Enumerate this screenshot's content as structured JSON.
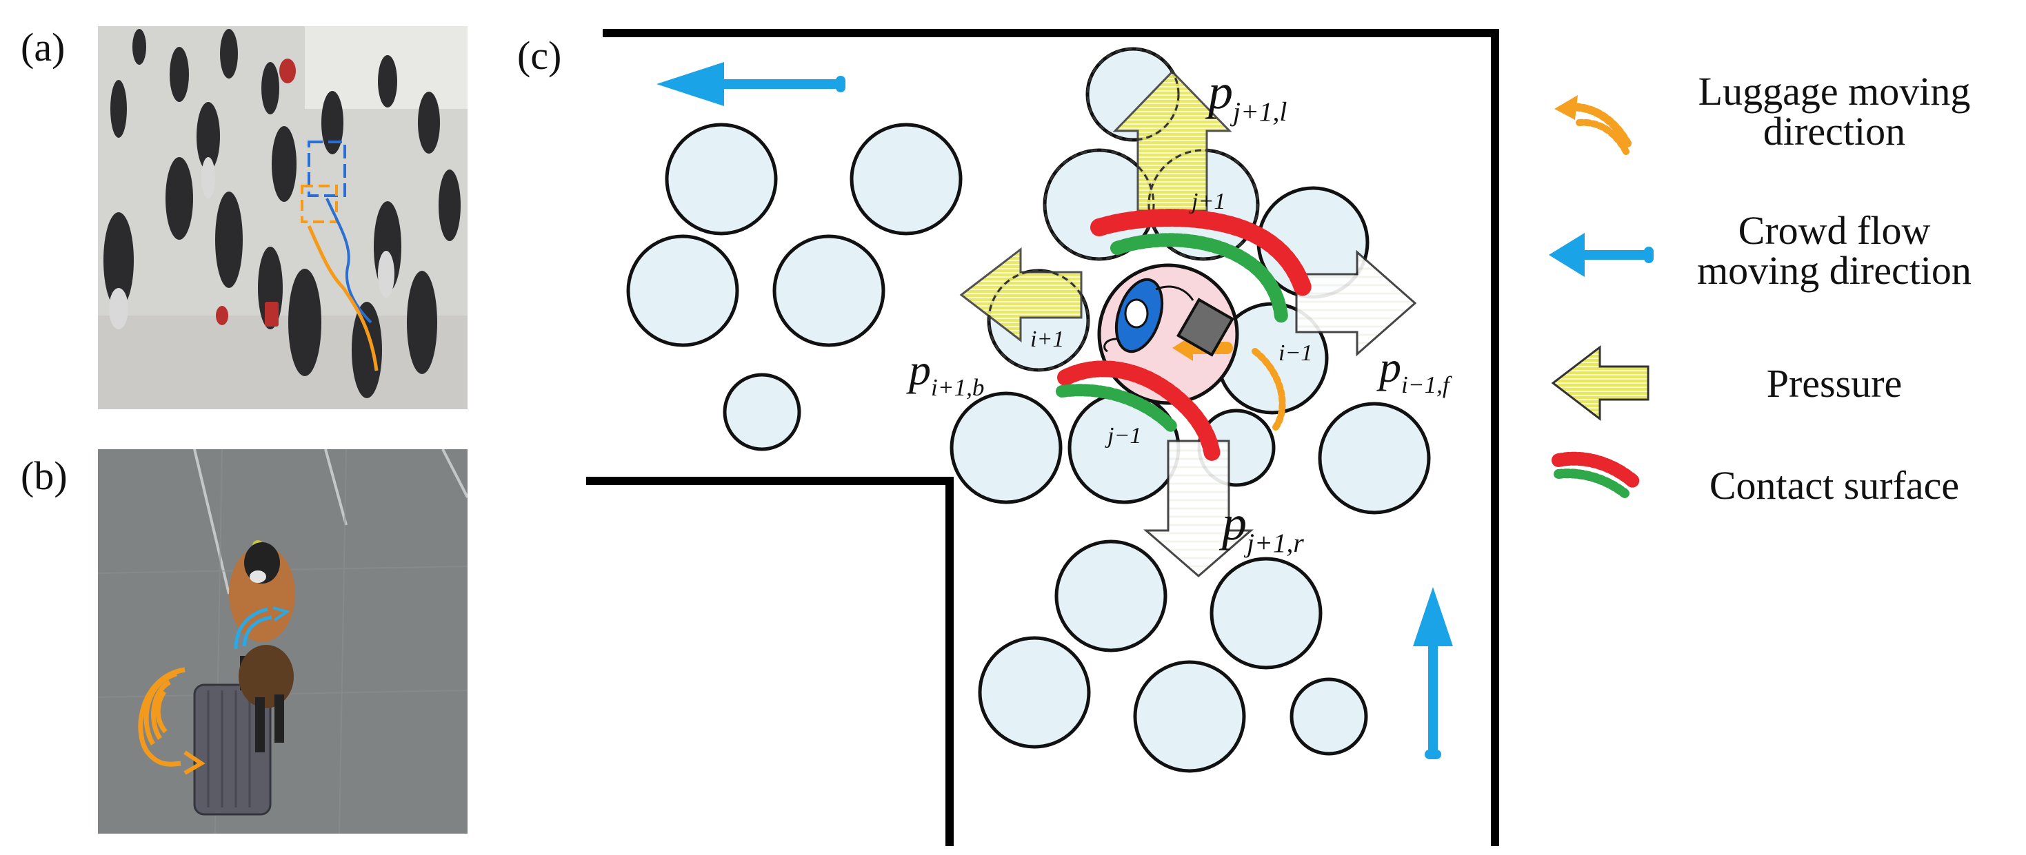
{
  "panels": {
    "a": "(a)",
    "b": "(b)",
    "c": "(c)"
  },
  "labels": {
    "p_top": {
      "base": "p",
      "sub": "j+1,l"
    },
    "p_right": {
      "base": "p",
      "sub": "i−1,f"
    },
    "p_left": {
      "base": "p",
      "sub": "i+1,b"
    },
    "p_bottom": {
      "base": "p",
      "sub": "j+1,r"
    },
    "n_top": "j+1",
    "n_bottom": "j−1",
    "n_left": "i+1",
    "n_right": "i−1"
  },
  "legend": {
    "luggage": "Luggage moving\ndirection",
    "crowd": "Crowd flow\nmoving direction",
    "pressure": "Pressure",
    "contact": "Contact surface"
  },
  "colors": {
    "pedestrian_fill": "#e4f1f7",
    "focal_fill": "#f8d8dc",
    "flow_arrow": "#1aa3e6",
    "luggage_arrow": "#f5a020",
    "pressure_fill": "#f2f27a",
    "contact_red": "#e8262b",
    "contact_green": "#2fa84a",
    "wall": "#000000"
  }
}
